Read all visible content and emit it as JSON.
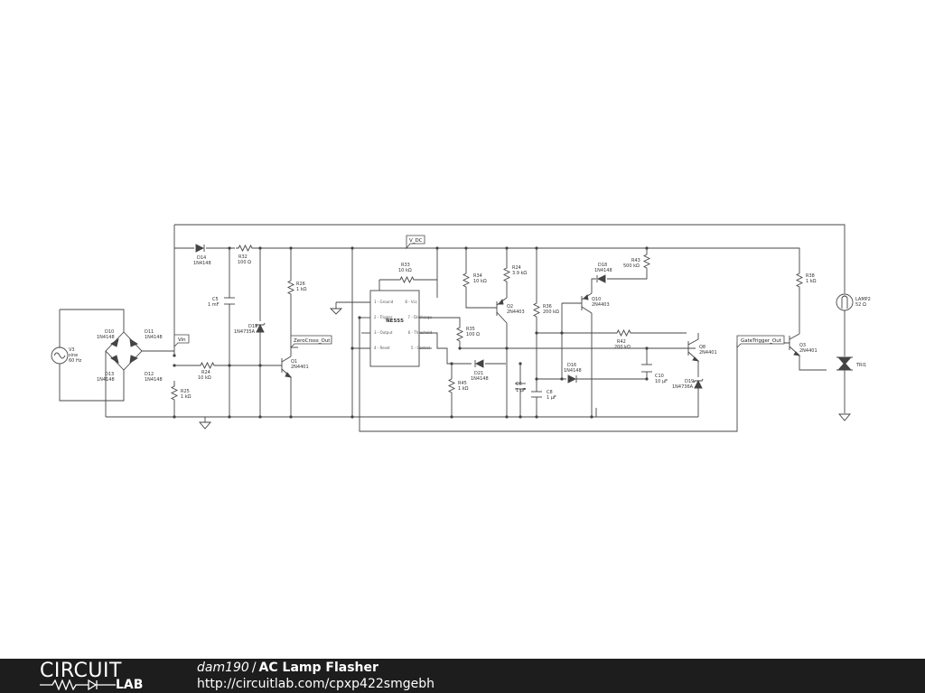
{
  "footer": {
    "logo_top": "CIRCUIT",
    "logo_bottom": "LAB",
    "author": "dam190",
    "separator": "/",
    "title": "AC Lamp Flasher",
    "url": "http://circuitlab.com/cpxp422smgebh"
  },
  "net_labels": {
    "vin": "Vin",
    "v_dc": "V_DC",
    "zero_cross": "ZeroCross_Out",
    "gate_trigger": "GateTrigger_Out"
  },
  "ic": {
    "name": "NE555",
    "pins_left": [
      "1 - Ground",
      "2 - Trigger",
      "3 - Output",
      "4 - Reset"
    ],
    "pins_right": [
      "8 - Vcc",
      "7 - Discharge",
      "6 - Threshold",
      "5 - Control"
    ]
  },
  "components": {
    "V3": [
      "V3",
      "sine",
      "60 Hz"
    ],
    "D10": [
      "D10",
      "1N4148"
    ],
    "D11": [
      "D11",
      "1N4148"
    ],
    "D13": [
      "D13",
      "1N4148"
    ],
    "D12": [
      "D12",
      "1N4148"
    ],
    "D14": [
      "D14",
      "1N4148"
    ],
    "R32": [
      "R32",
      "100 Ω"
    ],
    "C5": [
      "C5",
      "1 mF"
    ],
    "D15": [
      "D15",
      "1N4735A"
    ],
    "R24a": [
      "R24",
      "10 kΩ"
    ],
    "R25": [
      "R25",
      "1 kΩ"
    ],
    "R26": [
      "R26",
      "1 kΩ"
    ],
    "Q1": [
      "Q1",
      "2N4401"
    ],
    "R33": [
      "R33",
      "10 kΩ"
    ],
    "R34": [
      "R34",
      "10 kΩ"
    ],
    "R24b": [
      "R24",
      "3.9 kΩ"
    ],
    "Q2": [
      "Q2",
      "2N4403"
    ],
    "R35": [
      "R35",
      "100 Ω"
    ],
    "R45": [
      "R45",
      "1 kΩ"
    ],
    "D21": [
      "D21",
      "1N4148"
    ],
    "C6": [
      "C6",
      "1 µF"
    ],
    "C8": [
      "C8",
      "1 µF"
    ],
    "R36": [
      "R36",
      "200 kΩ"
    ],
    "D16": [
      "D16",
      "1N4148"
    ],
    "D18": [
      "D18",
      "1N4148"
    ],
    "R43": [
      "R43",
      "500 kΩ"
    ],
    "Q10": [
      "Q10",
      "2N4403"
    ],
    "R42": [
      "R42",
      "200 kΩ"
    ],
    "C10": [
      "C10",
      "10 µF"
    ],
    "Q8": [
      "Q8",
      "2N4401"
    ],
    "D19": [
      "D19",
      "1N4736A"
    ],
    "R38": [
      "R38",
      "1 kΩ"
    ],
    "LAMP2": [
      "LAMP2",
      "52 Ω"
    ],
    "Q3": [
      "Q3",
      "2N4401"
    ],
    "TRI1": [
      "TRI1"
    ]
  },
  "colors": {
    "wire": "#444444",
    "footer_bg": "#1d1d1d",
    "footer_text": "#ffffff"
  }
}
